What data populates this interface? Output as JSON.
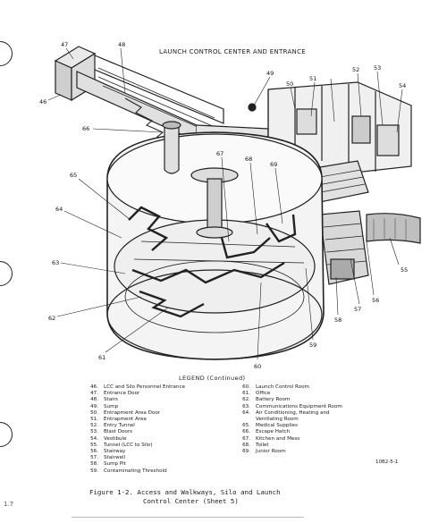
{
  "header": {
    "title": "LAUNCH CONTROL CENTER AND ENTRANCE"
  },
  "callouts": [
    "47",
    "48",
    "46",
    "49",
    "50",
    "51",
    "52",
    "53",
    "54",
    "66",
    "67",
    "68",
    "69",
    "65",
    "64",
    "63",
    "62",
    "61",
    "60",
    "59",
    "58",
    "57",
    "56",
    "55"
  ],
  "legend": {
    "title": "LEGEND (Continued)",
    "left": [
      {
        "num": "46.",
        "text": "LCC and Silo Personnel Entrance"
      },
      {
        "num": "47.",
        "text": "Entrance Door"
      },
      {
        "num": "48.",
        "text": "Stairs"
      },
      {
        "num": "49.",
        "text": "Sump"
      },
      {
        "num": "50.",
        "text": "Entrapment Area Door"
      },
      {
        "num": "51.",
        "text": "Entrapment Area"
      },
      {
        "num": "52.",
        "text": "Entry Tunnel"
      },
      {
        "num": "53.",
        "text": "Blast Doors"
      },
      {
        "num": "54.",
        "text": "Vestibule"
      },
      {
        "num": "55.",
        "text": "Tunnel (LCC to Silo)"
      },
      {
        "num": "56.",
        "text": "Stairway"
      },
      {
        "num": "57.",
        "text": "Stairwell"
      },
      {
        "num": "58.",
        "text": "Sump Pit"
      },
      {
        "num": "59.",
        "text": "Contaminating Threshold"
      }
    ],
    "right": [
      {
        "num": "60.",
        "text": "Launch Control Room"
      },
      {
        "num": "61.",
        "text": "Office"
      },
      {
        "num": "62.",
        "text": "Battery Room"
      },
      {
        "num": "63.",
        "text": "Communications Equipment Room"
      },
      {
        "num": "64.",
        "text": "Air Conditioning, Heating and"
      },
      {
        "num": "",
        "text": "Ventilating Room"
      },
      {
        "num": "65.",
        "text": "Medical Supplies"
      },
      {
        "num": "66.",
        "text": "Escape Hatch"
      },
      {
        "num": "67.",
        "text": "Kitchen and Mess"
      },
      {
        "num": "68.",
        "text": "Toilet"
      },
      {
        "num": "69.",
        "text": "Junior Room"
      }
    ]
  },
  "sheet_code": "10B2-5-1",
  "caption": {
    "line1": "Figure 1-2.  Access and Walkways, Silo and Launch",
    "line2": "Control Center  (Sheet 5)"
  },
  "corner_mark": "1.7"
}
